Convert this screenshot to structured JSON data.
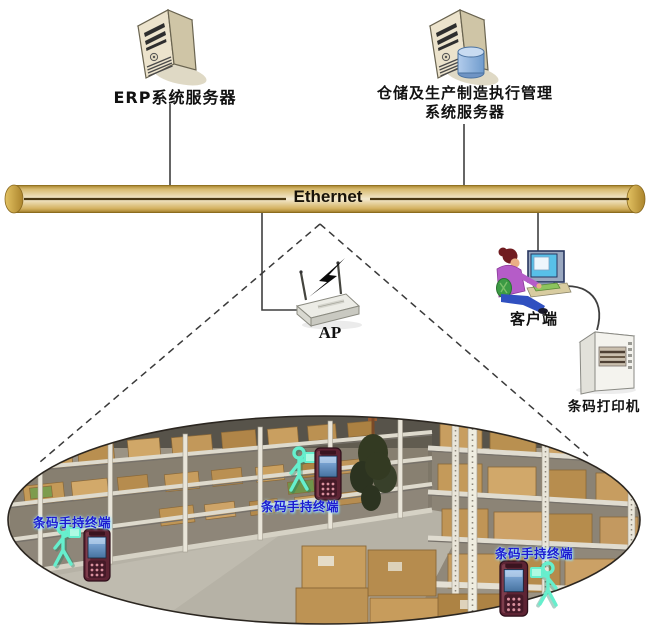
{
  "diagram": {
    "erp_server": {
      "label": "ERP系统服务器"
    },
    "wms_server": {
      "label_line1": "仓储及生产制造执行管理",
      "label_line2": "系统服务器"
    },
    "ethernet": {
      "label": "Ethernet"
    },
    "ap": {
      "label": "AP"
    },
    "client": {
      "label": "客户端"
    },
    "printer": {
      "label": "条码打印机"
    },
    "terminals": [
      {
        "label": "条码手持终端"
      },
      {
        "label": "条码手持终端"
      },
      {
        "label": "条码手持终端"
      }
    ],
    "colors": {
      "bus_gold": "#d9bc72",
      "bus_highlight": "#f4ead0",
      "bus_cap": "#c29a3a",
      "bus_line": "#4a3812",
      "server_front": "#ece3cc",
      "server_side": "#cfc5a6",
      "database_blue": "#8db4e2",
      "terminal_label_blue": "#1b1bd0",
      "figure_cyan": "#66efcd",
      "pda_maroon": "#5e2434",
      "box_tan": "#c69c5a",
      "dashed_line": "#3a3a3a"
    }
  }
}
